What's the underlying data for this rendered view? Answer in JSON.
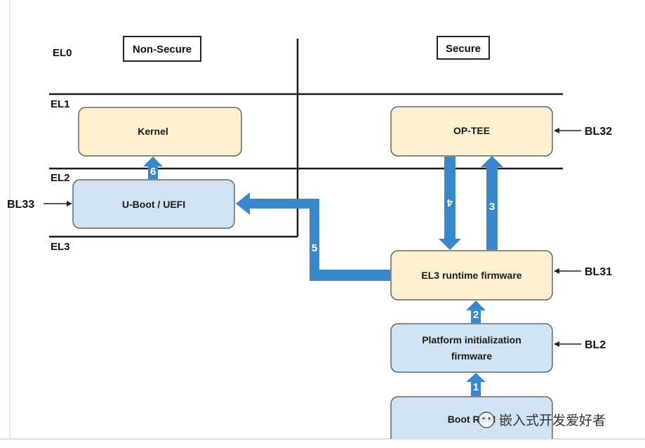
{
  "exception_levels": {
    "el0": "EL0",
    "el1": "EL1",
    "el2": "EL2",
    "el3": "EL3"
  },
  "worlds": {
    "non_secure": "Non-Secure",
    "secure": "Secure"
  },
  "components": {
    "kernel": "Kernel",
    "uboot": "U-Boot / UEFI",
    "optee": "OP-TEE",
    "el3_runtime": "EL3 runtime firmware",
    "platform_init_line1": "Platform initialization",
    "platform_init_line2": "firmware",
    "boot_rom": "Boot ROM"
  },
  "bootloader_stages": {
    "bl33": "BL33",
    "bl32": "BL32",
    "bl31": "BL31",
    "bl2": "BL2"
  },
  "arrow_numbers": {
    "a1": "1",
    "a2": "2",
    "a3": "3",
    "a4": "4",
    "a5": "5",
    "a6": "6"
  },
  "watermark": {
    "text": "嵌入式开发爱好者"
  },
  "colors": {
    "kernel_fill": "#fdf0cf",
    "optee_fill": "#fdf0cf",
    "el3_fill": "#fdf0cf",
    "uboot_fill": "#cfe3f3",
    "platform_fill": "#cfe3f3",
    "arrow_blue": "#3a87cb",
    "box_stroke": "#555555",
    "line": "#1a1a1a"
  }
}
